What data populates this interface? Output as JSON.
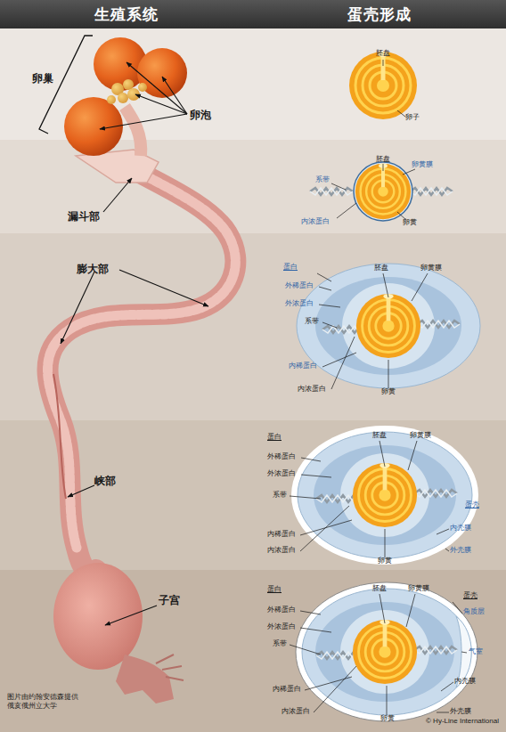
{
  "diagram": {
    "nodes": [
      {
        "text": [
          "生殖系统"
        ]
      },
      {
        "text": [
          "蛋壳形成"
        ]
      }
    ],
    "labels": [
      "卵巢",
      "卵泡",
      "漏斗部",
      "膨大部",
      "峡部",
      "子宫",
      "图片由约翰安德森提供 俄亥俄州立大学",
      "胚盘",
      "卵子",
      "胚盘",
      "卵黄膜",
      "系带",
      "内浓蛋白",
      "卵黄",
      "蛋白",
      "胚盘",
      "卵黄膜",
      "外稀蛋白",
      "外浓蛋白",
      "系带",
      "内稀蛋白",
      "内浓蛋白",
      "卵黄",
      "蛋白",
      "胚盘",
      "卵黄膜",
      "外稀蛋白",
      "外浓蛋白",
      "系带",
      "蛋壳",
      "内壳膜",
      "外壳膜",
      "内稀蛋白",
      "内浓蛋白",
      "卵黄",
      "蛋白",
      "胚盘",
      "卵黄膜",
      "蛋壳",
      "外稀蛋白",
      "角质层",
      "外浓蛋白",
      "系带",
      "气室",
      "内壳膜",
      "内稀蛋白",
      "内浓蛋白",
      "外壳膜",
      "卵黄",
      "© Hy-Line International"
    ]
  }
}
